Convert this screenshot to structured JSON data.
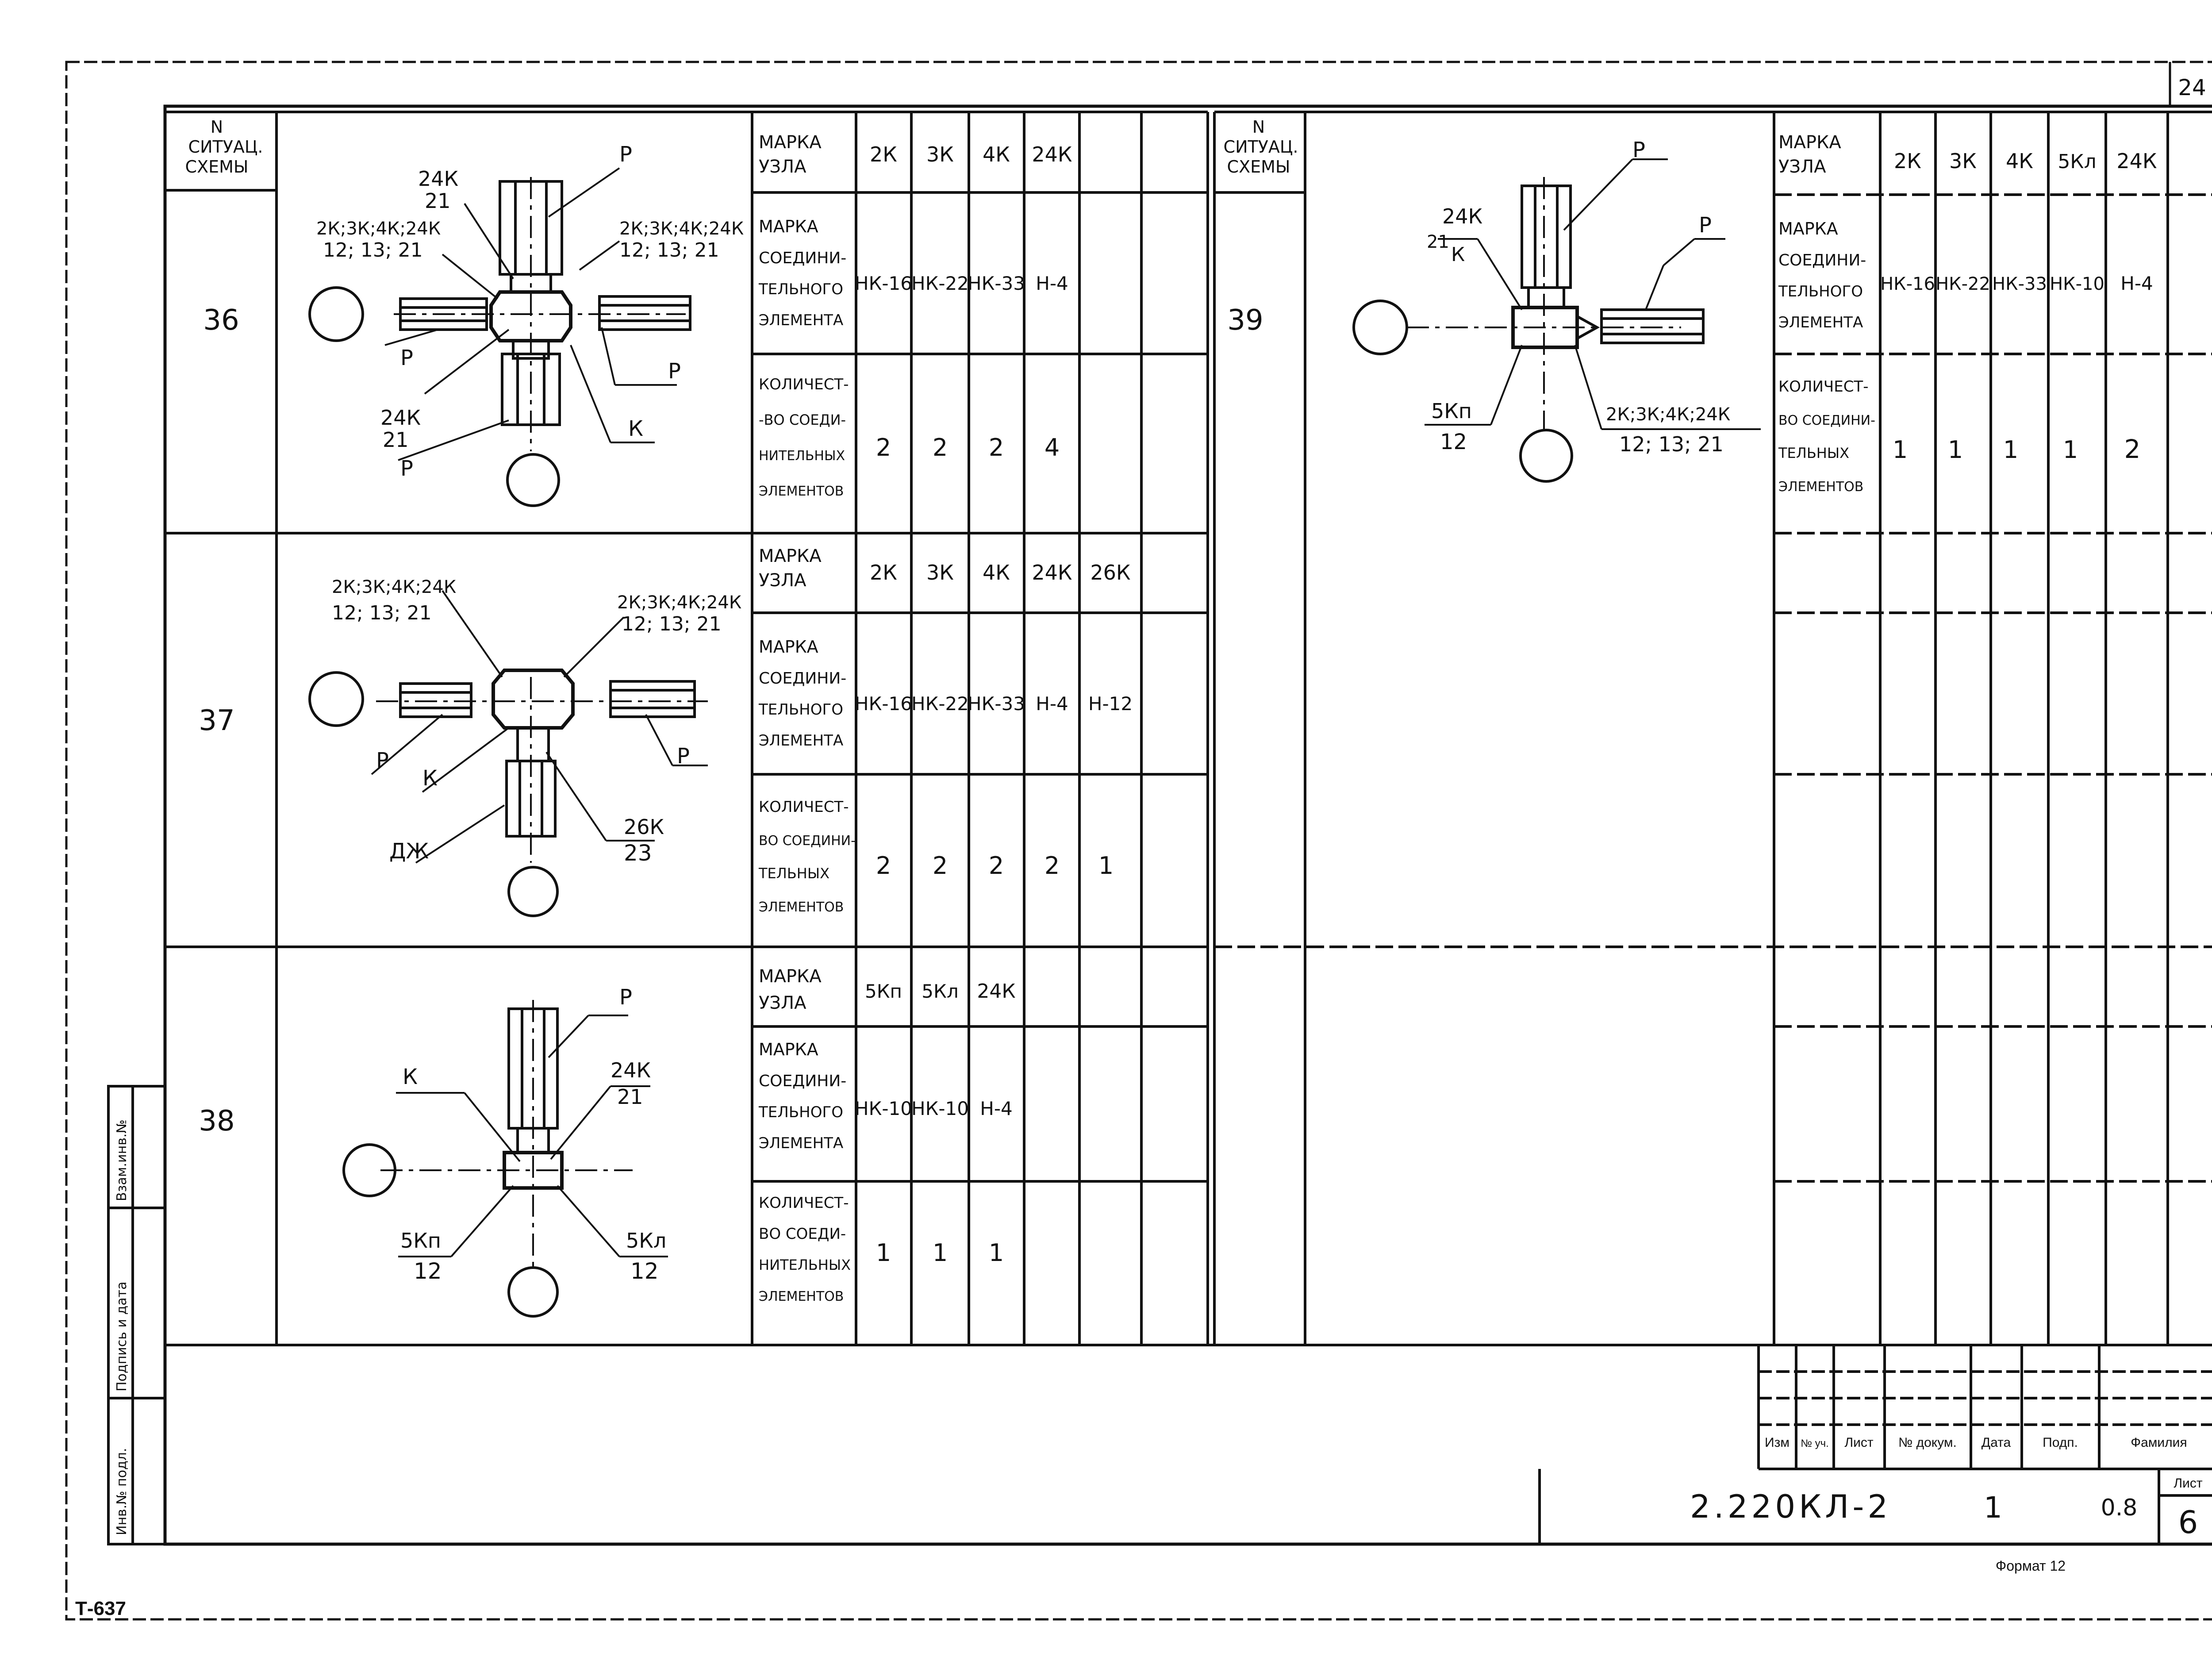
{
  "sheet": {
    "page_number_top": "24",
    "format_note": "Формат 12",
    "archive_code": "Т-637",
    "title_block": {
      "headers": [
        "Изм",
        "№ уч.",
        "Лист",
        "№ докум.",
        "Дата",
        "Подп.",
        "Фамилия"
      ],
      "doc_code": "2.220КЛ-2",
      "issue": "1",
      "extra": "0.8",
      "sheet_label": "Лист",
      "sheet_no": "6"
    },
    "side_stamp": [
      "Инв.№ подл.",
      "Подпись и дата",
      "Взам.инв.№"
    ]
  },
  "table_left": {
    "header_scheme": [
      "N",
      "СИТУАЦ.",
      "СХЕМЫ"
    ],
    "rows": [
      {
        "id": "36",
        "marks_label": [
          "МАРКА",
          "УЗЛА"
        ],
        "marks": [
          "2К",
          "3К",
          "4К",
          "24К"
        ],
        "elem_label": [
          "МАРКА",
          "СОЕДИНИ-",
          "ТЕЛЬНОГО",
          "ЭЛЕМЕНТА"
        ],
        "elems": [
          "НК-16",
          "НК-22",
          "НК-33",
          "Н-4"
        ],
        "qty_label": [
          "КОЛИЧЕСТ-",
          "-ВО СОЕДИ-",
          "НИТЕЛЬНЫХ",
          "ЭЛЕМЕНТОВ"
        ],
        "qtys": [
          "2",
          "2",
          "2",
          "4"
        ],
        "drawing": {
          "top_num": "24К",
          "top_den": "21",
          "left_num": "2К;3К;4К;24К",
          "left_den": "12; 13; 21",
          "right_num": "2К;3К;4К;24К",
          "right_den": "12; 13; 21",
          "bot_num": "24К",
          "bot_den": "21",
          "p1": "Р",
          "p2": "Р",
          "p3": "Р",
          "p4": "Р",
          "k": "К"
        }
      },
      {
        "id": "37",
        "marks_label": [
          "МАРКА",
          "УЗЛА"
        ],
        "marks": [
          "2К",
          "3К",
          "4К",
          "24К",
          "26К"
        ],
        "elem_label": [
          "МАРКА",
          "СОЕДИНИ-",
          "ТЕЛЬНОГО",
          "ЭЛЕМЕНТА"
        ],
        "elems": [
          "НК-16",
          "НК-22",
          "НК-33",
          "Н-4",
          "Н-12"
        ],
        "qty_label": [
          "КОЛИЧЕСТ-",
          "ВО СОЕДИНИ-",
          "ТЕЛЬНЫХ",
          "ЭЛЕМЕНТОВ"
        ],
        "qtys": [
          "2",
          "2",
          "2",
          "2",
          "1"
        ],
        "drawing": {
          "left_num": "2К;3К;4К;24К",
          "left_den": "12; 13; 21",
          "right_num": "2К;3К;4К;24К",
          "right_den": "12; 13; 21",
          "bot_num": "26К",
          "bot_den": "23",
          "p1": "Р",
          "p2": "Р",
          "k": "К",
          "dzh": "ДЖ"
        }
      },
      {
        "id": "38",
        "marks_label": [
          "МАРКА",
          "УЗЛА"
        ],
        "marks": [
          "5Кп",
          "5Кл",
          "24К"
        ],
        "elem_label": [
          "МАРКА",
          "СОЕДИНИ-",
          "ТЕЛЬНОГО",
          "ЭЛЕМЕНТА"
        ],
        "elems": [
          "НК-10",
          "НК-10",
          "Н-4"
        ],
        "qty_label": [
          "КОЛИЧЕСТ-",
          "ВО СОЕДИ-",
          "НИТЕЛЬНЫХ",
          "ЭЛЕМЕНТОВ"
        ],
        "qtys": [
          "1",
          "1",
          "1"
        ],
        "drawing": {
          "top_num": "24К",
          "top_den": "21",
          "bl_num": "5Кп",
          "bl_den": "12",
          "br_num": "5Кл",
          "br_den": "12",
          "p1": "Р",
          "k": "К"
        }
      }
    ]
  },
  "table_right": {
    "header_scheme": [
      "N",
      "СИТУАЦ.",
      "СХЕМЫ"
    ],
    "rows": [
      {
        "id": "39",
        "marks_label": [
          "МАРКА",
          "УЗЛА"
        ],
        "marks": [
          "2К",
          "3К",
          "4К",
          "5Кл",
          "24К"
        ],
        "elem_label": [
          "МАРКА",
          "СОЕДИНИ-",
          "ТЕЛЬНОГО",
          "ЭЛЕМЕНТА"
        ],
        "elems": [
          "НК-16",
          "НК-22",
          "НК-33",
          "НК-10",
          "Н-4"
        ],
        "qty_label": [
          "КОЛИЧЕСТ-",
          "ВО СОЕДИНИ-",
          "ТЕЛЬНЫХ",
          "ЭЛЕМЕНТОВ"
        ],
        "qtys": [
          "1",
          "1",
          "1",
          "1",
          "2"
        ],
        "drawing": {
          "top_num": "24К",
          "top_den": "21",
          "bl_num": "5Кп",
          "bl_den": "12",
          "br_num": "2К;3К;4К;24К",
          "br_den": "12; 13; 21",
          "p1": "Р",
          "p2": "Р",
          "k": "К"
        }
      }
    ]
  }
}
